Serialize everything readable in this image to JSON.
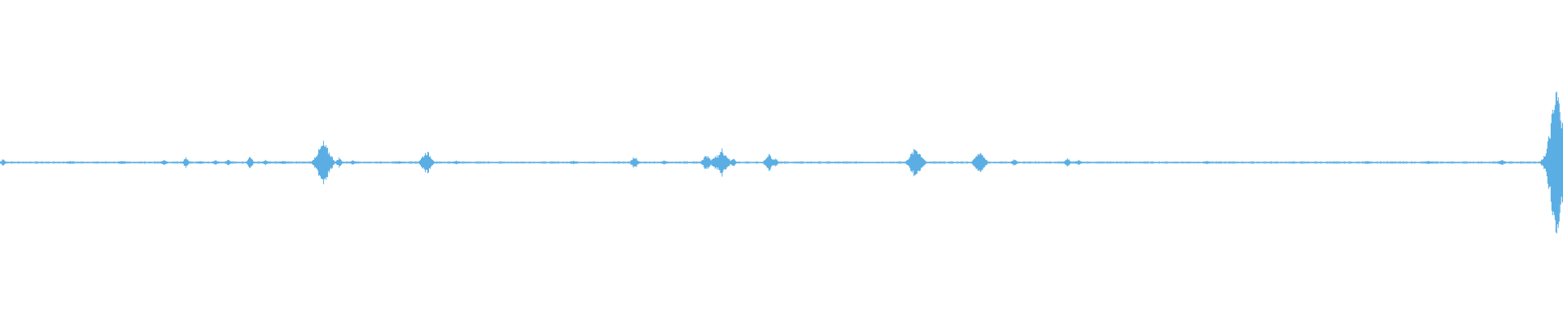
{
  "waveform": {
    "color": "#5aaee3",
    "background": "#ffffff",
    "baseline": 0.0,
    "amplitude_range": [
      -1.0,
      1.0
    ],
    "duration_fraction_range": [
      0.0,
      1.0
    ],
    "events": [
      {
        "t": 0.002,
        "amp": 0.02
      },
      {
        "t": 0.045,
        "amp": 0.01
      },
      {
        "t": 0.078,
        "amp": 0.012
      },
      {
        "t": 0.105,
        "amp": 0.015
      },
      {
        "t": 0.119,
        "amp": 0.03
      },
      {
        "t": 0.128,
        "amp": 0.012
      },
      {
        "t": 0.138,
        "amp": 0.015
      },
      {
        "t": 0.146,
        "amp": 0.02
      },
      {
        "t": 0.16,
        "amp": 0.035
      },
      {
        "t": 0.17,
        "amp": 0.015
      },
      {
        "t": 0.181,
        "amp": 0.01
      },
      {
        "t": 0.207,
        "amp": 0.12
      },
      {
        "t": 0.217,
        "amp": 0.03
      },
      {
        "t": 0.226,
        "amp": 0.015
      },
      {
        "t": 0.255,
        "amp": 0.01
      },
      {
        "t": 0.273,
        "amp": 0.07
      },
      {
        "t": 0.292,
        "amp": 0.01
      },
      {
        "t": 0.367,
        "amp": 0.01
      },
      {
        "t": 0.406,
        "amp": 0.04
      },
      {
        "t": 0.425,
        "amp": 0.012
      },
      {
        "t": 0.452,
        "amp": 0.05
      },
      {
        "t": 0.458,
        "amp": 0.05
      },
      {
        "t": 0.462,
        "amp": 0.08
      },
      {
        "t": 0.469,
        "amp": 0.03
      },
      {
        "t": 0.492,
        "amp": 0.05
      },
      {
        "t": 0.496,
        "amp": 0.03
      },
      {
        "t": 0.586,
        "amp": 0.09
      },
      {
        "t": 0.627,
        "amp": 0.07
      },
      {
        "t": 0.649,
        "amp": 0.02
      },
      {
        "t": 0.683,
        "amp": 0.03
      },
      {
        "t": 0.69,
        "amp": 0.015
      },
      {
        "t": 0.772,
        "amp": 0.01
      },
      {
        "t": 0.875,
        "amp": 0.01
      },
      {
        "t": 0.914,
        "amp": 0.01
      },
      {
        "t": 0.961,
        "amp": 0.02
      },
      {
        "t": 0.988,
        "amp": 0.03
      },
      {
        "t": 0.993,
        "amp": 0.12
      },
      {
        "t": 0.996,
        "amp": 0.45
      },
      {
        "t": 0.998,
        "amp": 0.3
      }
    ]
  }
}
